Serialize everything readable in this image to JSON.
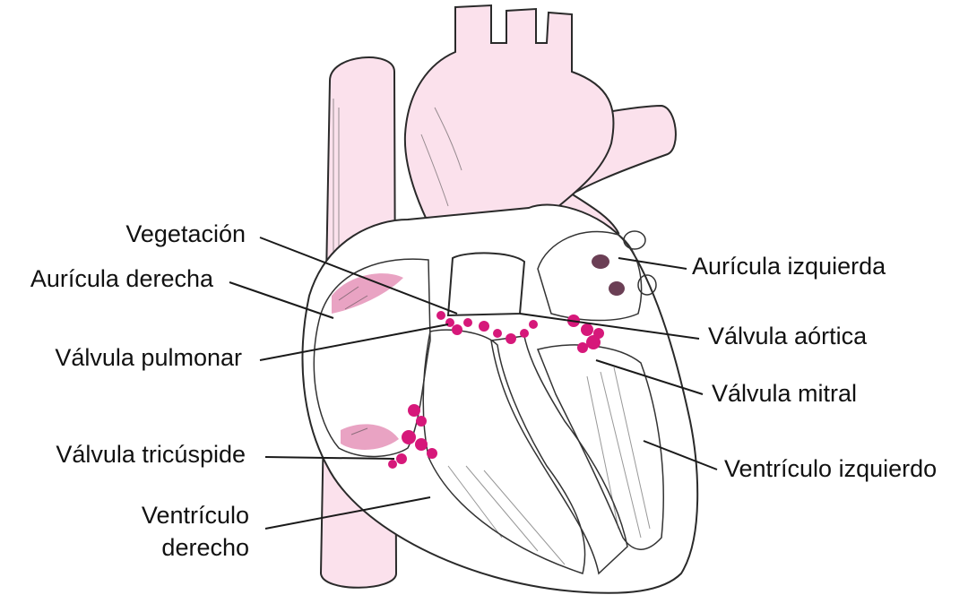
{
  "labels": {
    "vegetation": "Vegetación",
    "right_atrium": "Aurícula derecha",
    "pulmonary_valve": "Válvula pulmonar",
    "tricuspid_valve": "Válvula tricúspide",
    "right_ventricle_line1": "Ventrículo",
    "right_ventricle_line2": "derecho",
    "left_atrium": "Aurícula izquierda",
    "aortic_valve": "Válvula aórtica",
    "mitral_valve": "Válvula mitral",
    "left_ventricle": "Ventrículo izquierdo"
  },
  "colors": {
    "vessel_pink": "#fbe1ec",
    "chamber_pink": "#f2b6d0",
    "chamber_dark": "#e9a3c3",
    "vegetation_magenta": "#d6187a",
    "wall_white": "#ffffff"
  }
}
